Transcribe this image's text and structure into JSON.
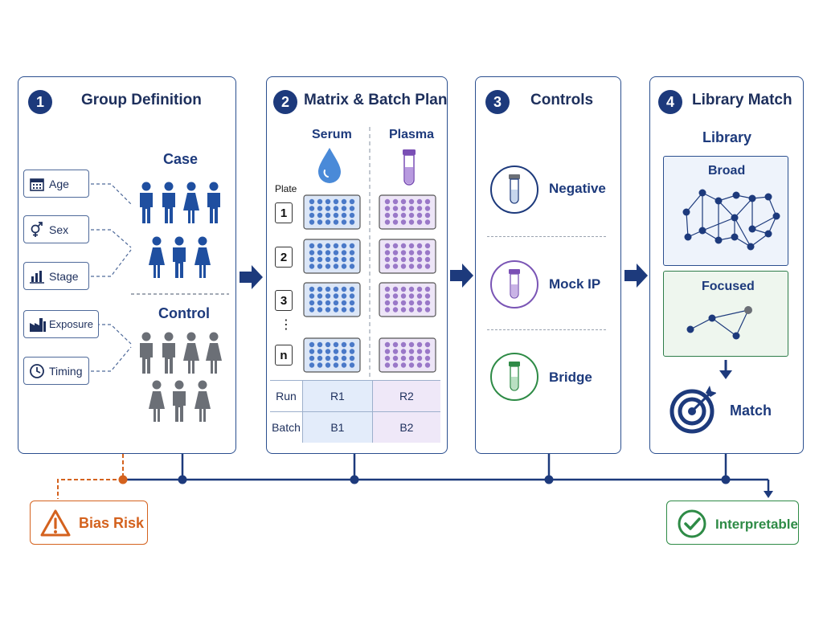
{
  "panels": [
    {
      "number": "1",
      "title": "Group Definition"
    },
    {
      "number": "2",
      "title": "Matrix & Batch Plan"
    },
    {
      "number": "3",
      "title": "Controls"
    },
    {
      "number": "4",
      "title": "Library Match"
    }
  ],
  "group_definition": {
    "factors": [
      {
        "label": "Age",
        "icon": "calendar-icon"
      },
      {
        "label": "Sex",
        "icon": "gender-icon"
      },
      {
        "label": "Stage",
        "icon": "bar-chart-icon"
      },
      {
        "label": "Exposure",
        "icon": "factory-icon"
      },
      {
        "label": "Timing",
        "icon": "clock-icon"
      }
    ],
    "case_label": "Case",
    "control_label": "Control",
    "colors": {
      "case": "#1f4fa0",
      "control": "#6b6f76"
    }
  },
  "matrix": {
    "serum_label": "Serum",
    "plasma_label": "Plasma",
    "plate_label": "Plate",
    "plate_numbers": [
      "1",
      "2",
      "3",
      "n"
    ],
    "ellipsis": "⋮",
    "table": {
      "rows": [
        {
          "label": "Run",
          "serum": "R1",
          "plasma": "R2"
        },
        {
          "label": "Batch",
          "serum": "B1",
          "plasma": "B2"
        }
      ]
    },
    "colors": {
      "serum": "#4a79c8",
      "plasma": "#9a78c8"
    }
  },
  "controls": {
    "items": [
      {
        "label": "Negative",
        "color": "#1d3a7c"
      },
      {
        "label": "Mock IP",
        "color": "#7a55b5"
      },
      {
        "label": "Bridge",
        "color": "#2e8b46"
      }
    ]
  },
  "library": {
    "title": "Library",
    "broad_label": "Broad",
    "focused_label": "Focused",
    "match_label": "Match"
  },
  "outcomes": {
    "bias": {
      "label": "Bias Risk",
      "color": "#d4621e"
    },
    "good": {
      "label": "Interpretable",
      "color": "#2e8b46"
    }
  }
}
